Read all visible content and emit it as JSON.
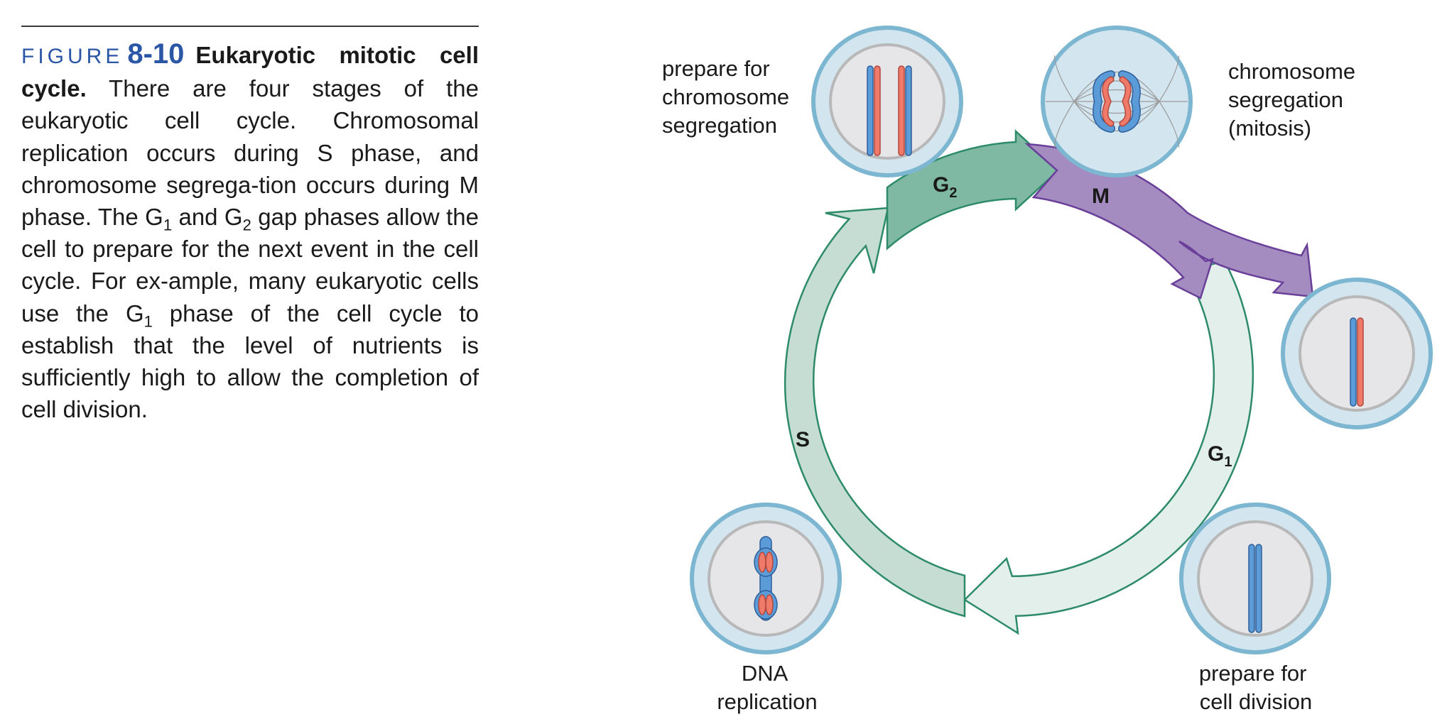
{
  "figure": {
    "label": "FIGURE",
    "number": "8-10",
    "title": "Eukaryotic mitotic cell cycle.",
    "body": [
      " There are four stages of the eukaryotic cell cycle. Chromosomal replication occurs during S phase, and chromosome segrega-tion occurs during M phase. The G",
      "1",
      " and G",
      "2",
      " gap phases allow the cell to prepare for the next event in the cell cycle. For ex-ample, many eukaryotic cells use the G",
      "1",
      " phase of the cell cycle to establish that the level of nutrients is sufficiently high to allow the completion of cell division."
    ]
  },
  "stages": {
    "g2": {
      "letter": "G",
      "sub": "2"
    },
    "m": {
      "letter": "M"
    },
    "g1": {
      "letter": "G",
      "sub": "1"
    },
    "s": {
      "letter": "S"
    }
  },
  "cells": {
    "top": {
      "label_lines": [
        "prepare for",
        "chromosome",
        "segregation"
      ]
    },
    "mitosis": {
      "label_lines": [
        "chromosome",
        "segregation",
        "(mitosis)"
      ]
    },
    "dna": {
      "label_lines": [
        "DNA",
        "replication"
      ]
    },
    "g1cell": {
      "label_lines": [
        "prepare for",
        "cell division"
      ]
    }
  },
  "colors": {
    "g2_arrow": "#7fb9a3",
    "s_arrow": "#c6ddd4",
    "g1_arrow": "#e2efea",
    "m_arrow": "#a48bc0",
    "ring_stroke": "#2e8b6a",
    "m_stroke": "#6a3f99",
    "cell_outer": "#d3e6f0",
    "cell_border": "#7db6d0",
    "nucleus_fill": "#e6e6e8",
    "nucleus_border": "#b8b8b8",
    "chromatid_blue": "#5b9bd8",
    "chromatid_red": "#ef7a6a"
  },
  "icons": [
    "cell-icon",
    "chromosome-icon",
    "spindle-icon"
  ]
}
